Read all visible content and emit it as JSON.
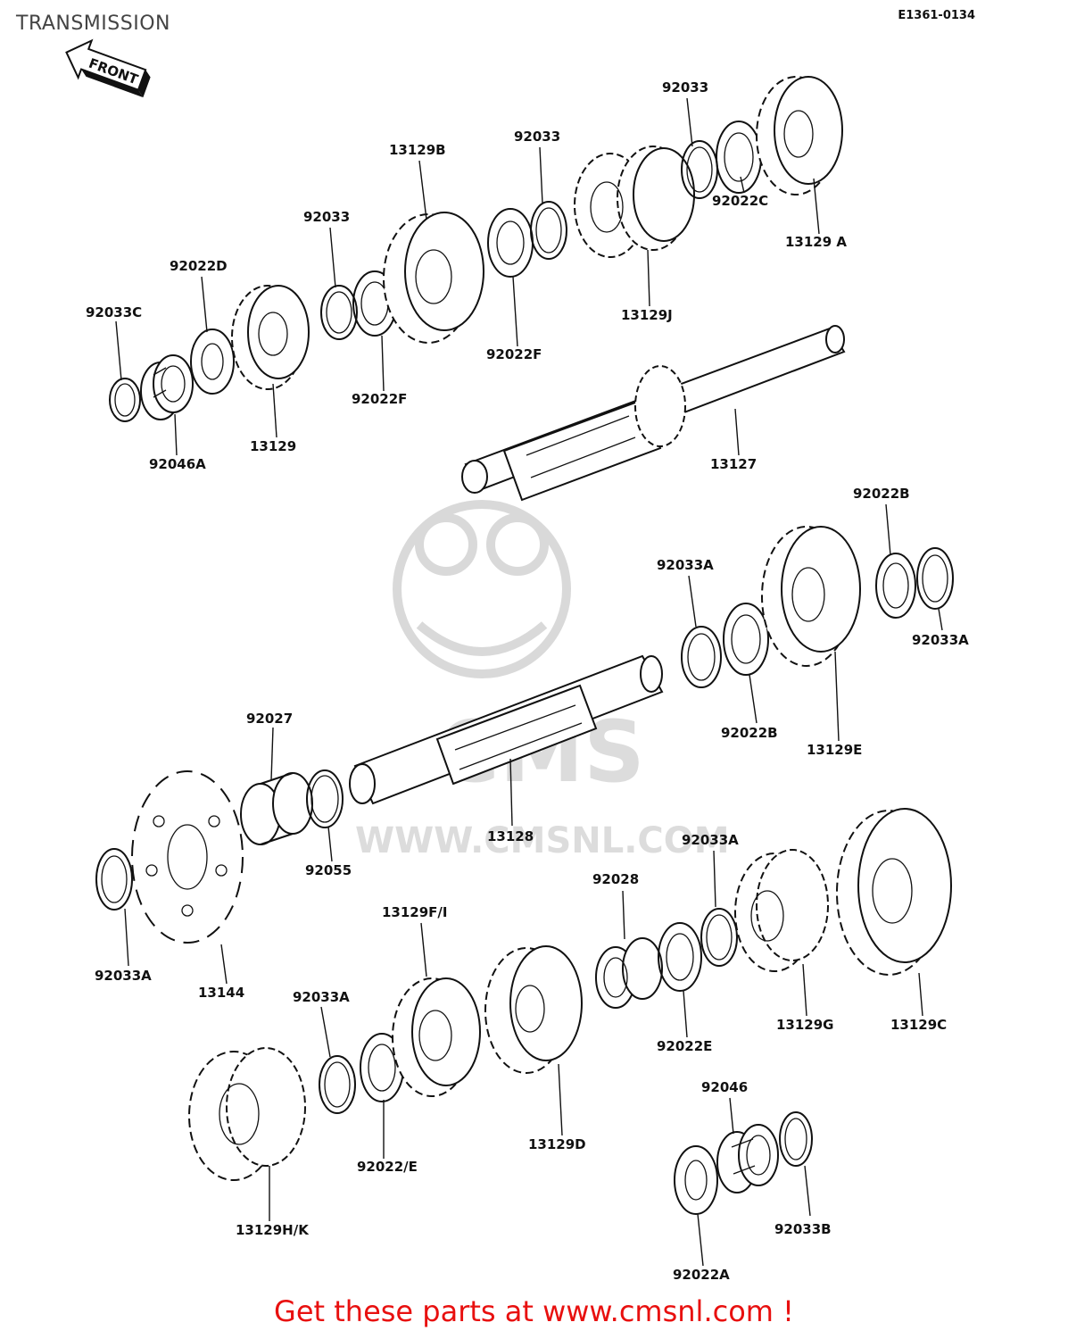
{
  "header": {
    "title": "TRANSMISSION",
    "diagram_code": "E1361-0134",
    "front_tag": "FRONT"
  },
  "watermark": {
    "brand": "CMS",
    "site": "WWW.CMSNL.COM"
  },
  "parts": {
    "p92033_a": "92033",
    "p92033_b": "92033",
    "p92033_c": "92033",
    "p13129b": "13129B",
    "p92022d": "92022D",
    "p92033c": "92033C",
    "p92022c": "92022C",
    "p13129a": "13129 A",
    "p13129j": "13129J",
    "p92022f_a": "92022F",
    "p92022f_b": "92022F",
    "p13129": "13129",
    "p92046a": "92046A",
    "p13127": "13127",
    "p92022b_a": "92022B",
    "p92033a_a": "92033A",
    "p92033a_b": "92033A",
    "p92022b_b": "92022B",
    "p13129e": "13129E",
    "p92027": "92027",
    "p13128": "13128",
    "p92055": "92055",
    "p92033a_c": "92033A",
    "p92028": "92028",
    "p13129fi": "13129F/I",
    "p92033a_d": "92033A",
    "p13144": "13144",
    "p92033a_e": "92033A",
    "p13129g": "13129G",
    "p13129c": "13129C",
    "p92022e": "92022E",
    "p92022_e": "92022/E",
    "p13129d": "13129D",
    "p92046": "92046",
    "p13129hk": "13129H/K",
    "p92033b": "92033B",
    "p92022a": "92022A"
  },
  "footer": {
    "cta": "Get these parts at www.cmsnl.com !"
  }
}
